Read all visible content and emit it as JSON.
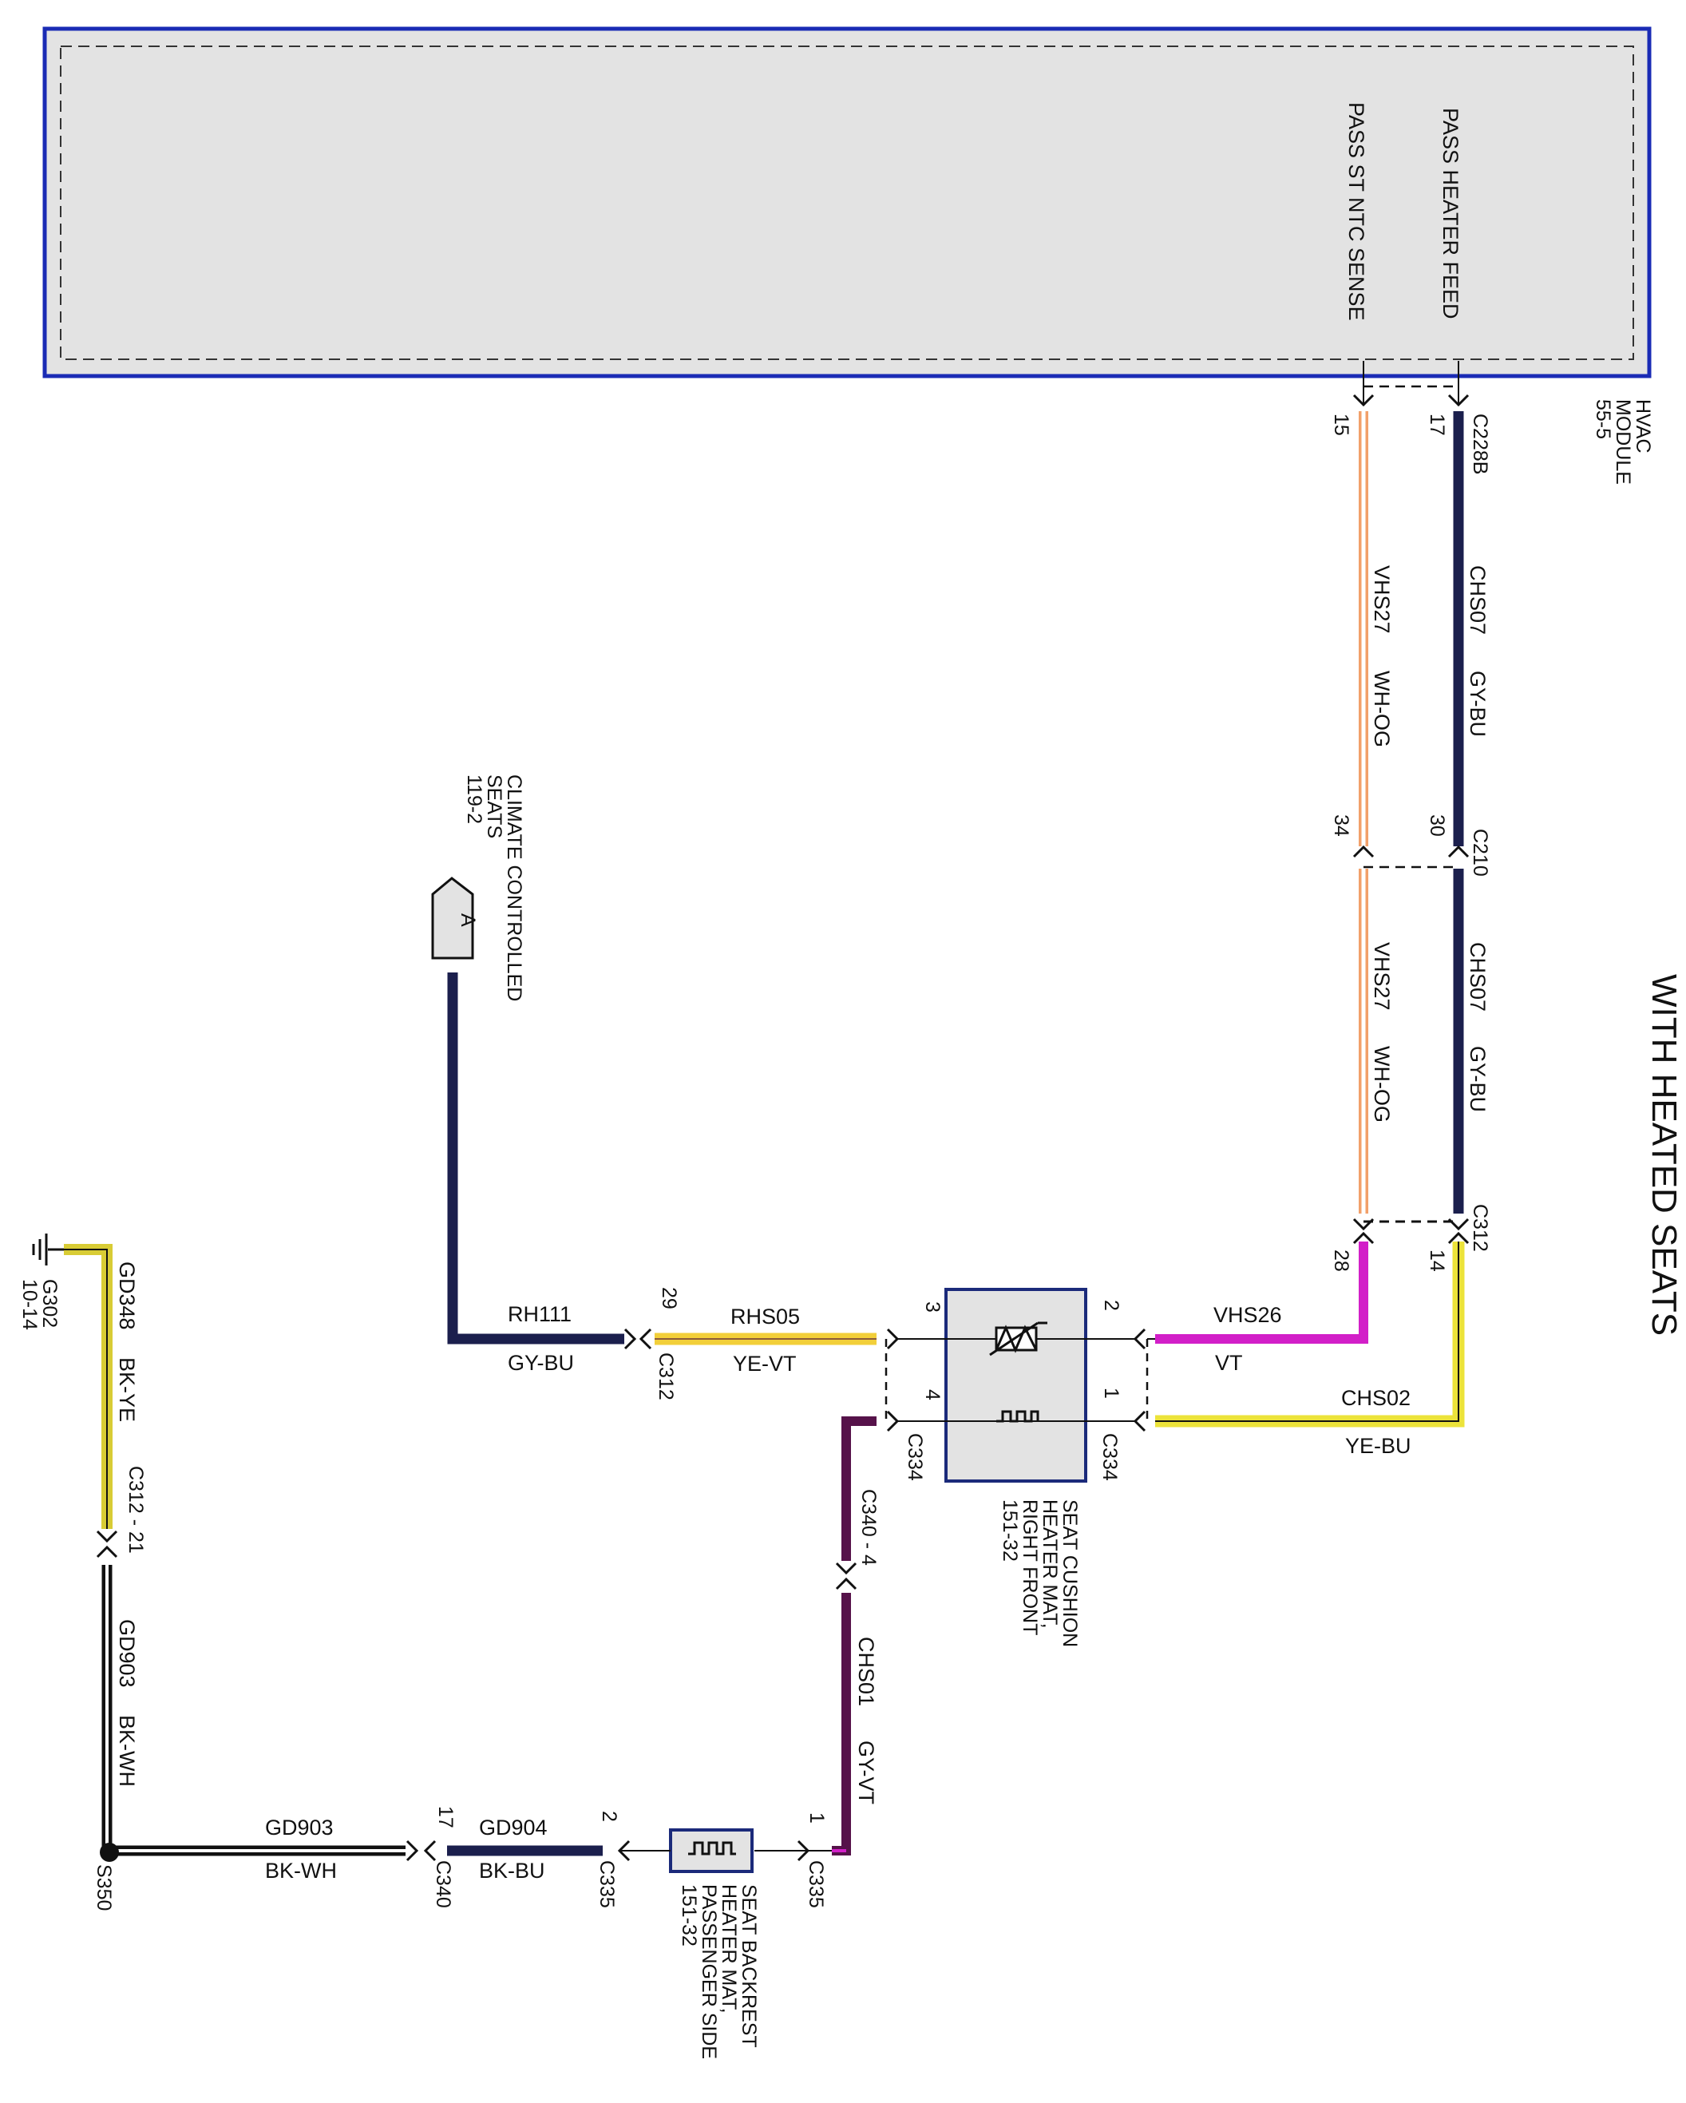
{
  "title": "WITH HEATED SEATS",
  "module": {
    "name": [
      "HVAC",
      "MODULE",
      "55-5"
    ],
    "pins": [
      "PASS HEATER FEED",
      "PASS ST NTC SENSE"
    ],
    "fill_color": "#e3e3e3",
    "border_color": "#1a2bb5"
  },
  "connectors": {
    "c228b": "C228B",
    "c228b_pin_17": "17",
    "c228b_pin_15": "15",
    "c210": "C210",
    "c210_pin_30": "30",
    "c210_pin_34": "34",
    "c312": "C312",
    "c312_pin_14": "14",
    "c312_pin_28": "28",
    "c312_pin_29": "29",
    "c334": "C334",
    "c334_pin_1": "1",
    "c334_pin_2": "2",
    "c334_pin_3": "3",
    "c334_pin_4": "4",
    "c340_4": "C340 - 4",
    "c340": "C340",
    "c340_pin_17": "17",
    "c335": "C335",
    "c335_pin_1": "1",
    "c335_pin_2": "2",
    "c312_21": "C312 - 21"
  },
  "wires": {
    "chs07": {
      "circuit": "CHS07",
      "color": "GY-BU"
    },
    "vhs27": {
      "circuit": "VHS27",
      "color": "WH-OG"
    },
    "vhs26": {
      "circuit": "VHS26",
      "color": "VT"
    },
    "chs02": {
      "circuit": "CHS02",
      "color": "YE-BU"
    },
    "rhs05": {
      "circuit": "RHS05",
      "color": "YE-VT"
    },
    "rh111": {
      "circuit": "RH111",
      "color": "GY-BU"
    },
    "chs01": {
      "circuit": "CHS01",
      "color": "GY-VT"
    },
    "gd903": {
      "circuit": "GD903",
      "color": "BK-WH"
    },
    "gd904": {
      "circuit": "GD904",
      "color": "BK-BU"
    },
    "gd348": {
      "circuit": "GD348",
      "color": "BK-YE"
    }
  },
  "components": {
    "seat_cushion_mat": [
      "SEAT CUSHION",
      "HEATER MAT,",
      "RIGHT FRONT",
      "151-32"
    ],
    "seat_backrest_mat": [
      "SEAT BACKREST",
      "HEATER MAT,",
      "PASSENGER SIDE",
      "151-32"
    ],
    "climate_seats": [
      "CLIMATE CONTROLLED",
      "SEATS",
      "119-2"
    ],
    "climate_seats_ref": "A",
    "splice": "S350",
    "ground": [
      "G302",
      "10-14"
    ]
  },
  "wire_colors": {
    "gy_bu": "#1b1f4d",
    "wh_og": "#f2a06a",
    "vt": "#d21fc8",
    "ye_bu": "#ece33a",
    "ye_vt": "#f2cf3a",
    "gy_vt": "#56124a",
    "bk_wh": "#111111",
    "bk_bu": "#1b1f4d",
    "bk_ye": "#d8cc35"
  }
}
